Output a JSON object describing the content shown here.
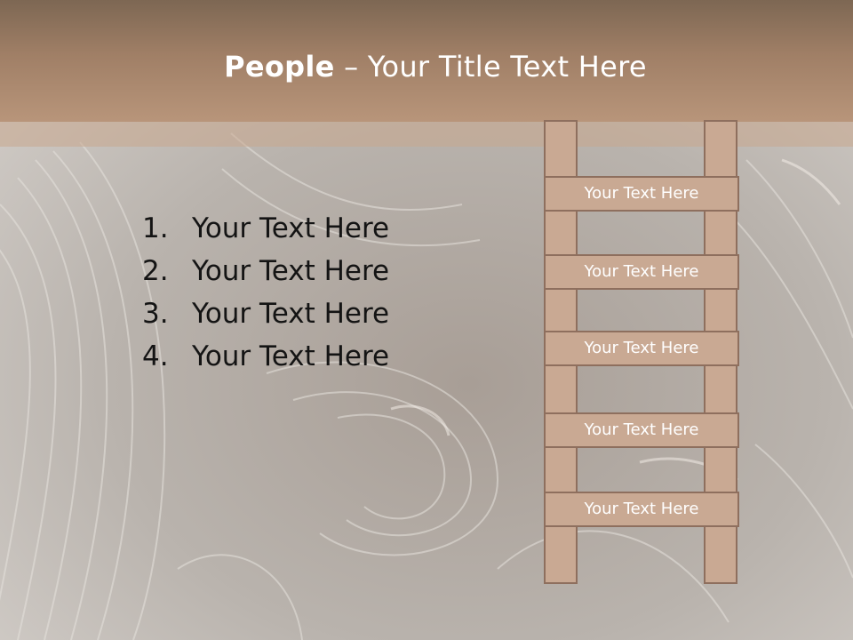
{
  "slide": {
    "title_bold": "People",
    "title_rest": " – Your Title Text Here"
  },
  "list": {
    "items": [
      {
        "num": "1.",
        "text": "Your Text Here"
      },
      {
        "num": "2.",
        "text": "Your Text Here"
      },
      {
        "num": "3.",
        "text": "Your Text Here"
      },
      {
        "num": "4.",
        "text": "Your Text Here"
      }
    ]
  },
  "ladder": {
    "rungs": [
      "Your Text Here",
      "Your Text Here",
      "Your Text Here",
      "Your Text Here",
      "Your Text Here"
    ]
  },
  "colors": {
    "header": "#a07f66",
    "ladder_fill": "#c9a993",
    "ladder_border": "#8e6f5e",
    "background": "#b9b3ad"
  }
}
